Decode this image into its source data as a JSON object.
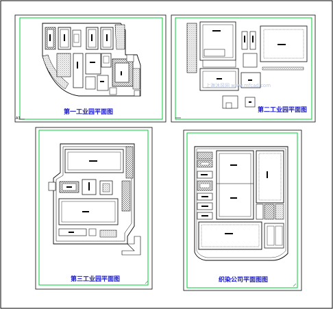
{
  "panels": [
    {
      "title": "第一工业园平面图"
    },
    {
      "title": "第二工业园平面图"
    },
    {
      "title": "第三工业园平面图"
    },
    {
      "title": "织染公司平面图图"
    }
  ],
  "corner_mark": "A3",
  "watermark": "上海沐风网 www.mfcad.com",
  "colors": {
    "frame": "#00cc33",
    "title": "#1a1acc",
    "line": "#000000",
    "hatch": "#777777"
  }
}
